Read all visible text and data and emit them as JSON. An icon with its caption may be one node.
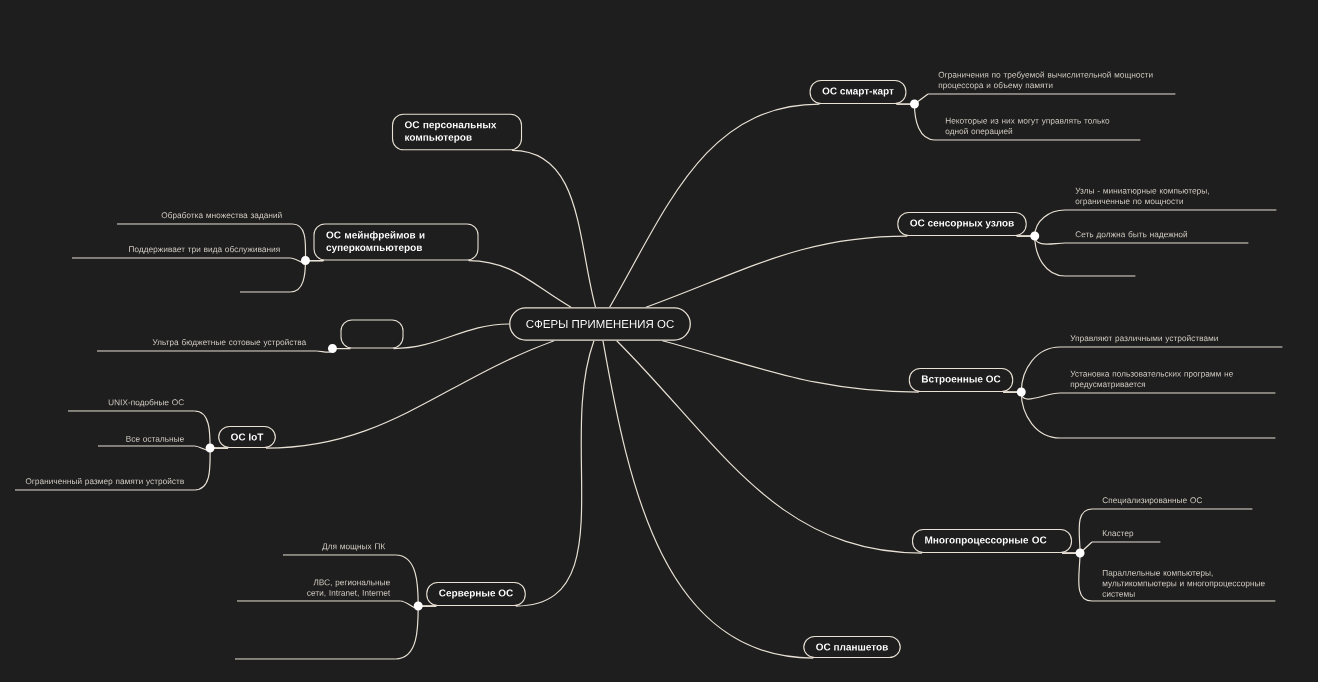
{
  "diagram": {
    "nodes": [
      {
        "text": [
          "СФЕРЫ ПРИМЕНЕНИЯ ОС"
        ]
      },
      {
        "text": [
          "ОС смарт-карт"
        ]
      },
      {
        "text": [
          "Ограничения по требуемой вычислительной мощности процессора и объему памяти"
        ]
      },
      {
        "text": [
          "Некоторые из них могут управлять только одной операцией"
        ]
      },
      {
        "text": [
          "ОС персональных компьютеров"
        ]
      },
      {
        "text": [
          "ОС сенсорных узлов"
        ]
      },
      {
        "text": [
          "Узлы - миниатюрные компьютеры, ограниченные по мощности"
        ]
      },
      {
        "text": [
          "Сеть должна быть  надежной"
        ]
      },
      {
        "text": [],
        "shape": "line"
      },
      {
        "text": [
          "ОС мейнфреймов и суперкомпьютеров"
        ]
      },
      {
        "text": [
          "Обработка множества заданий"
        ]
      },
      {
        "text": [
          "Поддерживает три вида обслуживания"
        ]
      },
      {
        "text": [],
        "shape": "line"
      },
      {
        "text": [],
        "shape": "box"
      },
      {
        "text": [
          "Ультра бюджетные сотовые устройства"
        ]
      },
      {
        "text": [
          "Встроенные ОС"
        ]
      },
      {
        "text": [
          "Управляют различными устройствами"
        ]
      },
      {
        "text": [
          "Установка пользовательских программ не предусматривается"
        ]
      },
      {
        "text": [],
        "shape": "line"
      },
      {
        "text": [
          "ОС IoT"
        ]
      },
      {
        "text": [
          "UNIX-подобные  ОС"
        ]
      },
      {
        "text": [
          "Все остальные"
        ]
      },
      {
        "text": [
          "Ограниченный размер памяти устройств"
        ]
      },
      {
        "text": [
          "Многопроцессорные ОС"
        ]
      },
      {
        "text": [
          "Специализированные ОС"
        ]
      },
      {
        "text": [
          "Кластер"
        ]
      },
      {
        "text": [
          "Параллельные компьютеры, мультикомпьютеры и многопроцессорные системы"
        ]
      },
      {
        "text": [
          "Серверные ОС"
        ]
      },
      {
        "text": [
          "Для мощных ПК"
        ]
      },
      {
        "text": [
          "ЛВС, региональные сети, Intranet, Internet"
        ]
      },
      {
        "text": [],
        "shape": "line"
      },
      {
        "text": [
          "ОС планшетов"
        ]
      }
    ],
    "edges": [
      {
        "from": 0,
        "to": 1,
        "arrow": "none"
      },
      {
        "from": 1,
        "to": 2,
        "arrow": "none"
      },
      {
        "from": 1,
        "to": 3,
        "arrow": "none"
      },
      {
        "from": 0,
        "to": 4,
        "arrow": "none"
      },
      {
        "from": 0,
        "to": 5,
        "arrow": "none"
      },
      {
        "from": 5,
        "to": 6,
        "arrow": "none"
      },
      {
        "from": 5,
        "to": 7,
        "arrow": "none"
      },
      {
        "from": 5,
        "to": 8,
        "arrow": "none"
      },
      {
        "from": 0,
        "to": 9,
        "arrow": "none"
      },
      {
        "from": 9,
        "to": 10,
        "arrow": "none"
      },
      {
        "from": 9,
        "to": 11,
        "arrow": "none"
      },
      {
        "from": 9,
        "to": 12,
        "arrow": "none"
      },
      {
        "from": 0,
        "to": 13,
        "arrow": "none"
      },
      {
        "from": 13,
        "to": 14,
        "arrow": "none"
      },
      {
        "from": 0,
        "to": 15,
        "arrow": "none"
      },
      {
        "from": 15,
        "to": 16,
        "arrow": "none"
      },
      {
        "from": 15,
        "to": 17,
        "arrow": "none"
      },
      {
        "from": 15,
        "to": 18,
        "arrow": "none"
      },
      {
        "from": 0,
        "to": 19,
        "arrow": "none"
      },
      {
        "from": 19,
        "to": 20,
        "arrow": "none"
      },
      {
        "from": 19,
        "to": 21,
        "arrow": "none"
      },
      {
        "from": 19,
        "to": 22,
        "arrow": "none"
      },
      {
        "from": 0,
        "to": 23,
        "arrow": "none"
      },
      {
        "from": 23,
        "to": 24,
        "arrow": "none"
      },
      {
        "from": 23,
        "to": 25,
        "arrow": "none"
      },
      {
        "from": 23,
        "to": 26,
        "arrow": "none"
      },
      {
        "from": 0,
        "to": 27,
        "arrow": "none"
      },
      {
        "from": 27,
        "to": 28,
        "arrow": "none"
      },
      {
        "from": 27,
        "to": 29,
        "arrow": "none"
      },
      {
        "from": 27,
        "to": 30,
        "arrow": "none"
      },
      {
        "from": 0,
        "to": 31,
        "arrow": "none"
      }
    ]
  }
}
